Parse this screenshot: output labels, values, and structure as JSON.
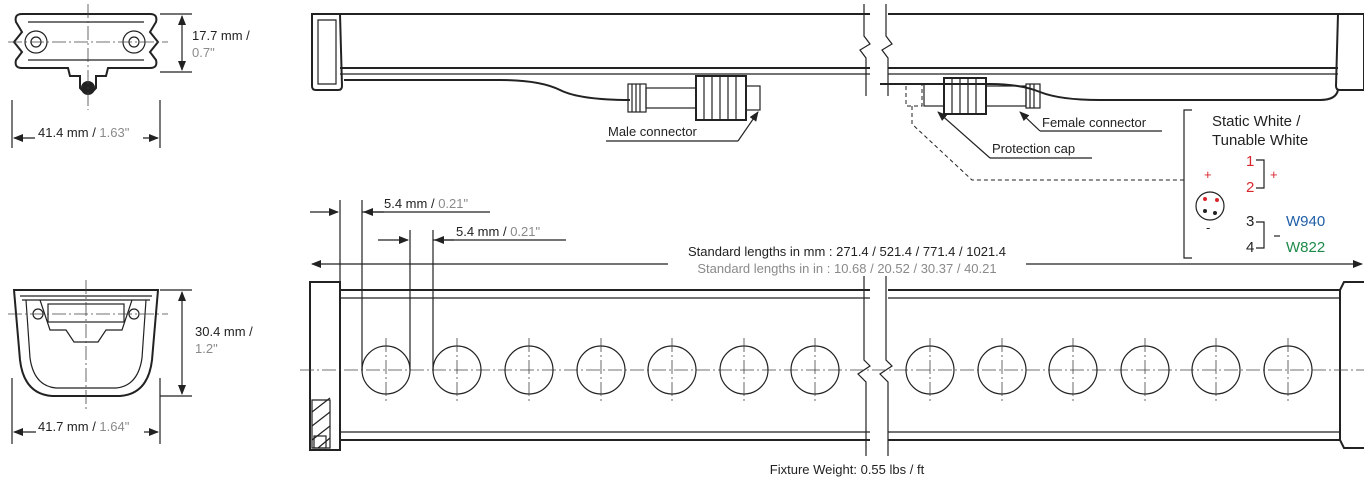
{
  "end_view_top": {
    "height_mm": "17.7 mm /",
    "height_in": "0.7\"",
    "width_mm": "41.4 mm",
    "width_in": "1.63\""
  },
  "end_view_bottom": {
    "height_mm": "30.4 mm /",
    "height_in": "1.2\"",
    "width_mm": "41.7 mm",
    "width_in": "1.64\""
  },
  "side_view": {
    "male_connector": "Male connector",
    "female_connector": "Female connector",
    "protection_cap": "Protection cap"
  },
  "wiring": {
    "title_line1": "Static White /",
    "title_line2": "Tunable White",
    "plus": "+",
    "minus": "-",
    "pin1": "1",
    "pin2": "2",
    "pin3": "3",
    "pin4": "4",
    "w940": "W940",
    "w822": "W822",
    "colors": {
      "positive": "#d9262c",
      "w940": "#1f5fa8",
      "w822": "#1e8a4a"
    }
  },
  "front_view": {
    "pitch_mm": "5.4 mm",
    "pitch_in": "0.21\"",
    "spacing_mm": "5.4 mm",
    "spacing_in": "0.21\"",
    "lengths_mm": "Standard lengths in mm : 271.4 / 521.4 / 771.4 / 1021.4",
    "lengths_in": "Standard lengths in in : 10.68 / 20.52 / 30.37 / 40.21",
    "weight": "Fixture Weight: 0.55 lbs / ft"
  }
}
